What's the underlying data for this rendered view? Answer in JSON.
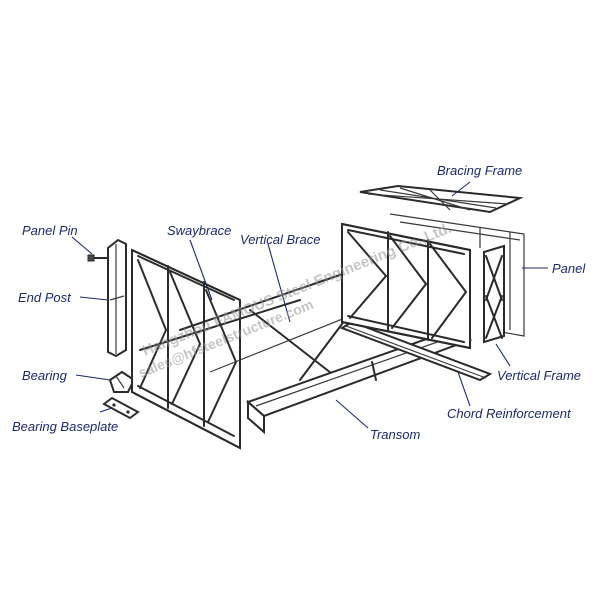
{
  "labels": {
    "bracing_frame": "Bracing Frame",
    "panel_pin": "Panel Pin",
    "swaybrace": "Swaybrace",
    "vertical_brace": "Vertical Brace",
    "panel": "Panel",
    "end_post": "End Post",
    "bearing": "Bearing",
    "vertical_frame": "Vertical Frame",
    "chord_reinforcement": "Chord Reinforcement",
    "bearing_baseplate": "Bearing Baseplate",
    "transom": "Transom"
  },
  "watermark": {
    "line1": "Hangzhou FAMOUS Steel Engineering Co.,Ltd.",
    "line2": "sales@hfsteelstructure.com"
  },
  "colors": {
    "label_text": "#1b2a6b",
    "drawing_stroke": "#2b2b2b",
    "watermark": "#969696"
  }
}
